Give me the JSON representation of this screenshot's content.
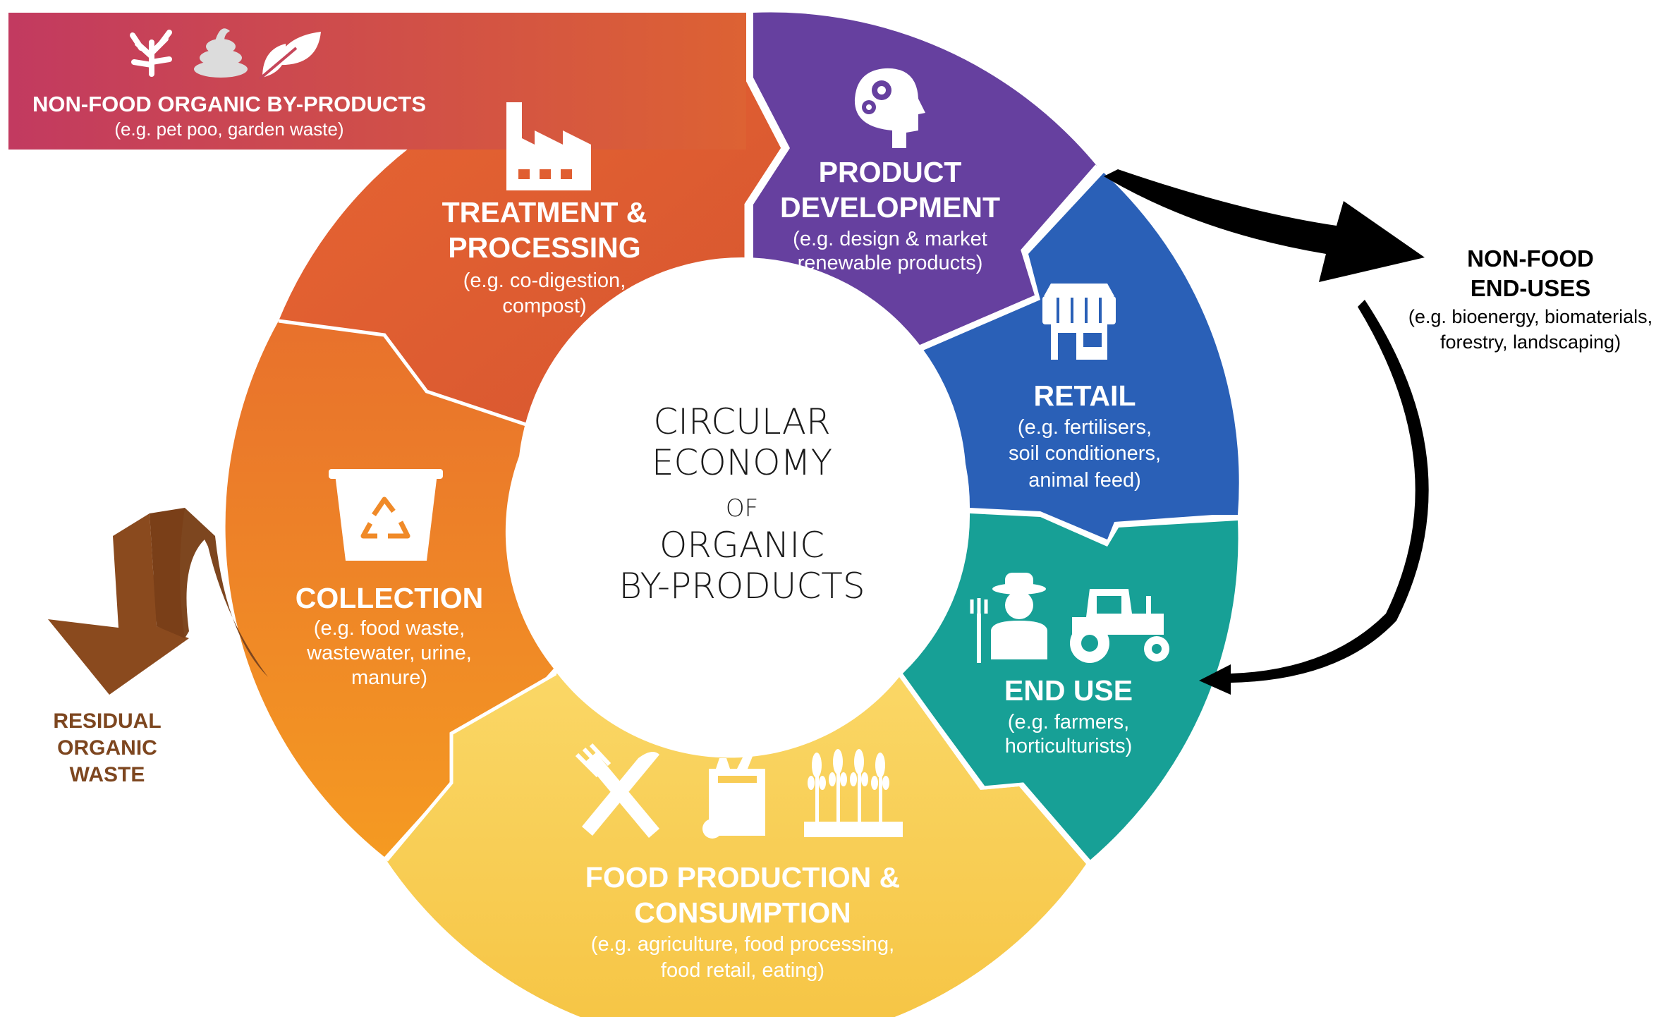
{
  "center": {
    "lines": [
      "CIRCULAR",
      "ECONOMY",
      "OF",
      "ORGANIC",
      "BY-PRODUCTS"
    ]
  },
  "segments": {
    "treatment": {
      "title": [
        "TREATMENT &",
        "PROCESSING"
      ],
      "example": [
        "(e.g. co-digestion,",
        "compost)"
      ],
      "icon": "factory-icon",
      "color": "#E05E31"
    },
    "product": {
      "title": [
        "PRODUCT",
        "DEVELOPMENT"
      ],
      "example": [
        "(e.g. design & market",
        "renewable products)"
      ],
      "icon": "head-gears-icon",
      "color": "#6A3E9E"
    },
    "retail": {
      "title": [
        "RETAIL"
      ],
      "example": [
        "(e.g. fertilisers,",
        "soil conditioners,",
        "animal feed)"
      ],
      "icon": "store-icon",
      "color": "#2A5EB5"
    },
    "enduse": {
      "title": [
        "END USE"
      ],
      "example": [
        "(e.g. farmers,",
        "horticulturists)"
      ],
      "icon": "farmer-tractor-icon",
      "color": "#17A096"
    },
    "food": {
      "title": [
        "FOOD PRODUCTION &",
        "CONSUMPTION"
      ],
      "example": [
        "(e.g. agriculture, food processing,",
        "food retail, eating)"
      ],
      "icon": "food-icons",
      "color": "#F8CC55"
    },
    "collection": {
      "title": [
        "COLLECTION"
      ],
      "example": [
        "(e.g. food waste,",
        "wastewater, urine,",
        "manure)"
      ],
      "icon": "recycle-bin-icon",
      "color": "#F08A28"
    }
  },
  "nonfood_input": {
    "title": "NON-FOOD ORGANIC BY-PRODUCTS",
    "example": "(e.g. pet poo, garden waste)",
    "color": "#C23F5C"
  },
  "nonfood_enduses": {
    "title": [
      "NON-FOOD",
      "END-USES"
    ],
    "example": [
      "(e.g. bioenergy, biomaterials,",
      "forestry, landscaping)"
    ]
  },
  "residual": {
    "lines": [
      "RESIDUAL",
      "ORGANIC",
      "WASTE"
    ],
    "color": "#8A4A1E"
  }
}
